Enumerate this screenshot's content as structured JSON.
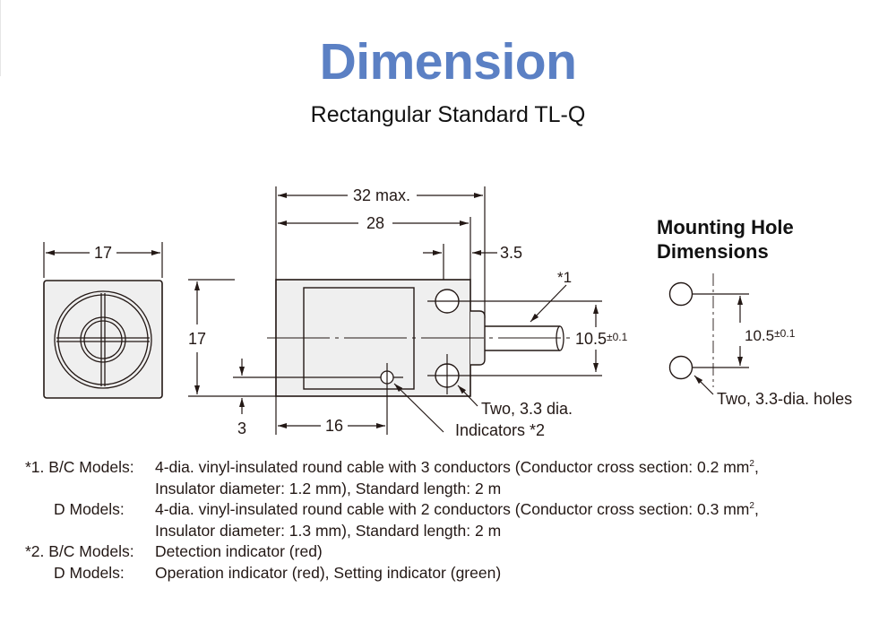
{
  "header": {
    "title": "Dimension",
    "subtitle": "Rectangular Standard TL-Q"
  },
  "front_view": {
    "width_label": "17"
  },
  "side_view": {
    "overall_length_label": "32 max.",
    "body_length_label": "28",
    "hole_offset_label": "3.5",
    "height_label": "17",
    "indicator_offset_label": "3",
    "indicator_position_label": "16",
    "cable_note_ref": "*1",
    "hole_spacing_label": "10.5",
    "hole_spacing_tolerance": "±0.1",
    "holes_callout": "Two, 3.3 dia.",
    "indicators_callout": "Indicators *2"
  },
  "mounting": {
    "title_line1": "Mounting Hole",
    "title_line2": "Dimensions",
    "spacing_label": "10.5",
    "spacing_tolerance": "±0.1",
    "holes_callout": "Two, 3.3-dia. holes"
  },
  "notes": [
    {
      "prefix": "*1. B/C Models:",
      "text": "4-dia. vinyl-insulated round cable with 3 conductors (Conductor cross section: 0.2 mm",
      "sup": "2",
      "tail": ","
    },
    {
      "prefix": "",
      "text": "Insulator diameter: 1.2 mm), Standard length: 2 m"
    },
    {
      "prefix": "D Models:",
      "text": "4-dia. vinyl-insulated round cable with 2 conductors (Conductor cross section: 0.3 mm",
      "sup": "2",
      "tail": ","
    },
    {
      "prefix": "",
      "text": "Insulator diameter: 1.3 mm), Standard length: 2 m"
    },
    {
      "prefix": "*2. B/C Models:",
      "text": "Detection indicator (red)"
    },
    {
      "prefix": "D Models:",
      "text": "Operation indicator (red), Setting indicator (green)"
    }
  ],
  "colors": {
    "title": "#5b80c4",
    "line": "#231815",
    "body_fill": "#efefef"
  }
}
